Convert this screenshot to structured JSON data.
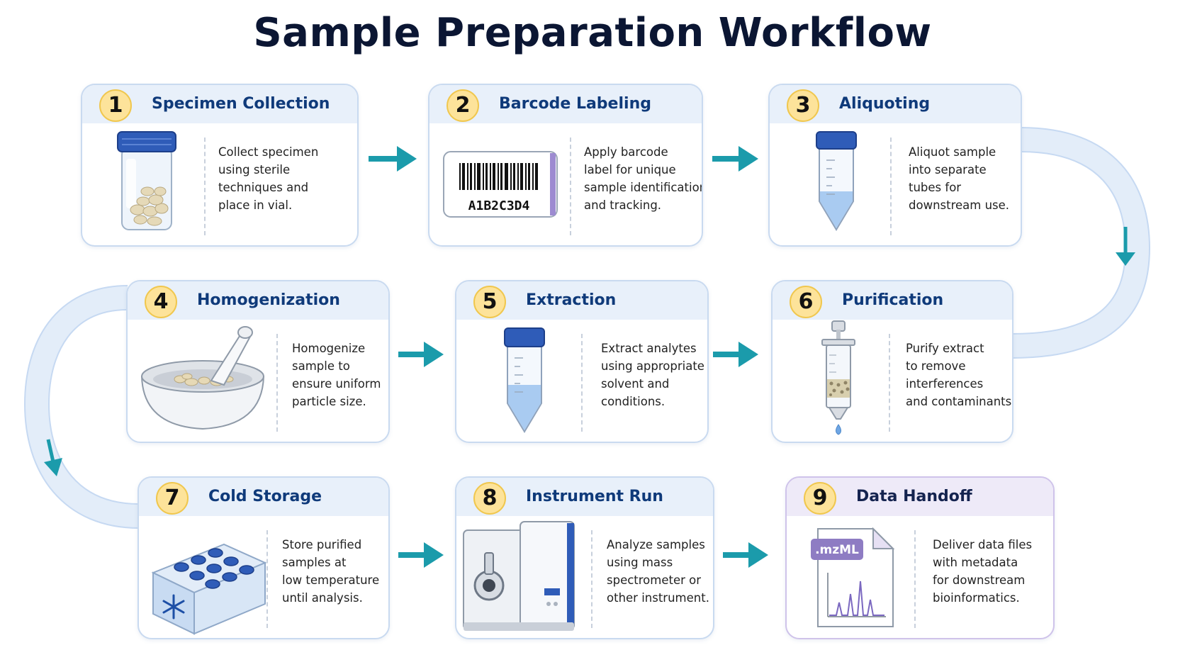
{
  "title": "Sample Preparation Workflow",
  "steps": [
    {
      "number": "1",
      "title": "Specimen Collection",
      "desc": [
        "Collect specimen",
        "using sterile",
        "techniques and",
        "place in vial."
      ]
    },
    {
      "number": "2",
      "title": "Barcode Labeling",
      "desc": [
        "Apply barcode",
        "label for unique",
        "sample identification",
        "and tracking."
      ],
      "barcode": "A1B2C3D4"
    },
    {
      "number": "3",
      "title": "Aliquoting",
      "desc": [
        "Aliquot sample",
        "into separate",
        "tubes for",
        "downstream use."
      ]
    },
    {
      "number": "4",
      "title": "Homogenization",
      "desc": [
        "Homogenize",
        "sample to",
        "ensure uniform",
        "particle size."
      ]
    },
    {
      "number": "5",
      "title": "Extraction",
      "desc": [
        "Extract analytes",
        "using appropriate",
        "solvent and",
        "conditions."
      ]
    },
    {
      "number": "6",
      "title": "Purification",
      "desc": [
        "Purify extract",
        "to remove",
        "interferences",
        "and contaminants."
      ]
    },
    {
      "number": "7",
      "title": "Cold Storage",
      "desc": [
        "Store purified",
        "samples at",
        "low temperature",
        "until analysis."
      ]
    },
    {
      "number": "8",
      "title": "Instrument Run",
      "desc": [
        "Analyze samples",
        "using mass",
        "spectrometer or",
        "other instrument."
      ]
    },
    {
      "number": "9",
      "title": "Data Handoff",
      "desc": [
        "Deliver data files",
        "with metadata",
        "for downstream",
        "bioinformatics."
      ],
      "file_ext": ".mzML"
    }
  ],
  "colors": {
    "arrow": "#1b9bab",
    "connector": "#e1ecf9",
    "badge": "#fde39a",
    "accent_blue": "#2f5cb8",
    "data_accent": "#8e7cc3"
  }
}
